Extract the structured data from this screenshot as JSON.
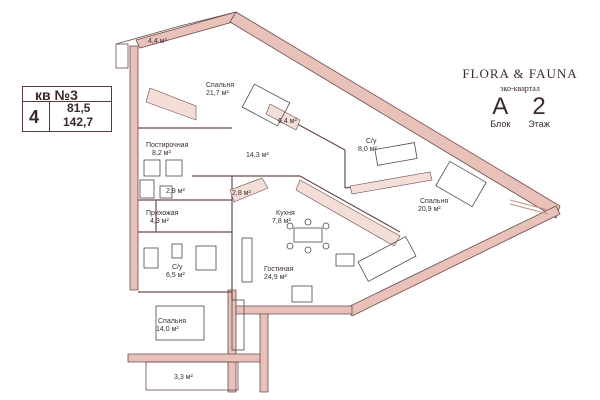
{
  "info": {
    "kv_label": "кв №3",
    "rooms": "4",
    "area_living": "81,5",
    "area_total": "142,7"
  },
  "brand": {
    "name": "FLORA & FAUNA",
    "subtitle": "эко-квартал",
    "block_value": "A",
    "floor_value": "2",
    "block_label": "Блок",
    "floor_label": "Этаж"
  },
  "rooms": {
    "balcony_top": {
      "area": "4,4 м²"
    },
    "bedroom_nw": {
      "name": "Спальня",
      "area": "21,7 м²"
    },
    "closet": {
      "area": "6,4 м²"
    },
    "bath_top": {
      "name": "С/у",
      "area": "8,0 м²"
    },
    "hall_center": {
      "area": "14,3 м²"
    },
    "laundry": {
      "name": "Постирочная",
      "area": "8,2 м²"
    },
    "small_store": {
      "area": "2,9 м²"
    },
    "pantry": {
      "area": "2,8 м²"
    },
    "kitchen": {
      "name": "Кухня",
      "area": "7,8 м²"
    },
    "bedroom_east": {
      "name": "Спальня",
      "area": "20,9 м²"
    },
    "entry": {
      "name": "Прихожая",
      "area": "4,3 м²"
    },
    "bath_left": {
      "name": "С/у",
      "area": "6,5 м²"
    },
    "living": {
      "name": "Гостиная",
      "area": "24,9 м²"
    },
    "bedroom_sw": {
      "name": "Спальня",
      "area": "14,0 м²"
    },
    "balcony_bottom": {
      "area": "3,3 м²"
    }
  },
  "colors": {
    "wall_fill": "#e8c2b8",
    "wall_line": "#6b4b4b",
    "furniture": "#4a4a4a",
    "accent": "#c98b82"
  }
}
